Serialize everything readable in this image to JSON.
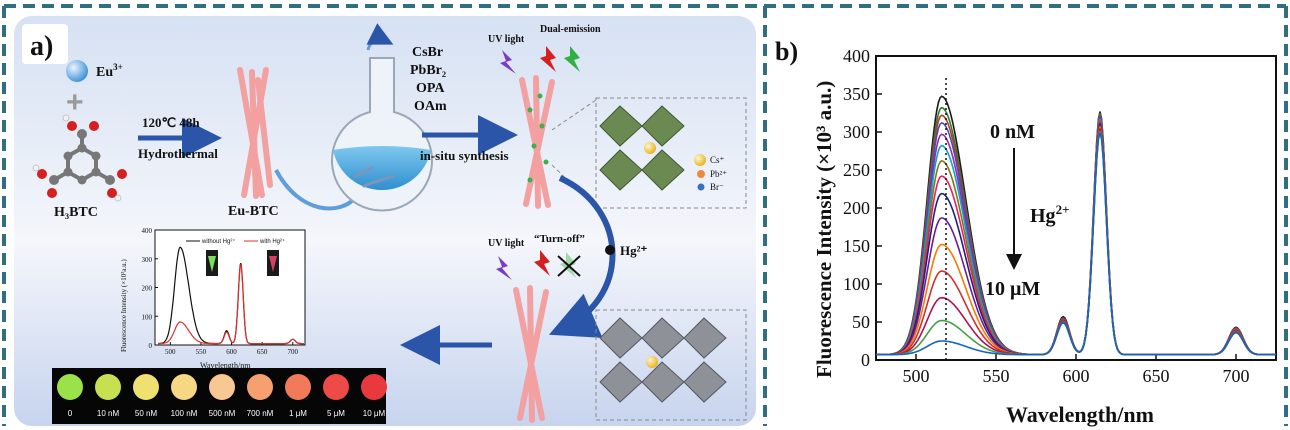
{
  "panel_a": {
    "label": "a)",
    "eu_label": "Eu",
    "eu_sup": "3+",
    "plus": "+",
    "h3btc_label": "H₃BTC",
    "step1_top": "120℃ 48h",
    "step1_bottom": "Hydrothermal",
    "eubtc_label": "Eu-BTC",
    "reagents": [
      "CsBr",
      "PbBr₂",
      "OPA",
      "OAm"
    ],
    "insitu_label": "in-situ synthesis",
    "uv_light_top": "UV light",
    "dual_emission": "Dual-emission",
    "legend_cs": "Cs⁺",
    "legend_pb": "Pb²⁺",
    "legend_br": "Br⁻",
    "hg_label": "Hg²⁺",
    "uv_light_bottom": "UV light",
    "turn_off": "“Turn-off”",
    "concentrations": [
      "0",
      "10 nM",
      "50 nM",
      "100 nM",
      "500 nM",
      "700 nM",
      "1 μM",
      "5 μM",
      "10 μM"
    ],
    "dot_colors": [
      "#9be14a",
      "#c6e052",
      "#f0e070",
      "#f6d884",
      "#f8c892",
      "#f6a070",
      "#f07a5a",
      "#ee4a48",
      "#e83a3e"
    ],
    "inset_chart": {
      "type": "line",
      "ylabel": "Fluorescence Intensity (×10³a.u.)",
      "xlabel": "Wavelength/nm",
      "xticks": [
        "500",
        "550",
        "600",
        "650",
        "700"
      ],
      "yticks": [
        "0",
        "100",
        "200",
        "300",
        "400"
      ],
      "legend": [
        "without Hg²⁺",
        "with Hg²⁺"
      ],
      "colors": [
        "#111111",
        "#e0302a"
      ]
    }
  },
  "panel_b": {
    "label": "b)",
    "annot_top": "0 nM",
    "annot_mid": "Hg",
    "annot_mid_sup": "2+",
    "annot_bottom": "10 μM"
  },
  "chart_data": {
    "type": "line",
    "xlabel": "Wavelength/nm",
    "ylabel": "Fluorescence Intensity (×10³ a.u.)",
    "xlim": [
      475,
      725
    ],
    "ylim": [
      0,
      400
    ],
    "xticks": [
      500,
      550,
      600,
      650,
      700
    ],
    "yticks": [
      0,
      50,
      100,
      150,
      200,
      250,
      300,
      350,
      400
    ],
    "peak_wavelengths": [
      516,
      592,
      615,
      700
    ],
    "series": [
      {
        "color": "#1a1a1a",
        "values_at_peaks": [
          340,
          50,
          320,
          36
        ]
      },
      {
        "color": "#2e7d32",
        "values_at_peaks": [
          325,
          48,
          318,
          35
        ]
      },
      {
        "color": "#c0392b",
        "values_at_peaks": [
          315,
          48,
          316,
          35
        ]
      },
      {
        "color": "#3f51b5",
        "values_at_peaks": [
          305,
          47,
          314,
          34
        ]
      },
      {
        "color": "#9c27b0",
        "values_at_peaks": [
          290,
          47,
          312,
          34
        ]
      },
      {
        "color": "#00acc1",
        "values_at_peaks": [
          275,
          46,
          310,
          33
        ]
      },
      {
        "color": "#827717",
        "values_at_peaks": [
          255,
          46,
          308,
          33
        ]
      },
      {
        "color": "#e91e63",
        "values_at_peaks": [
          235,
          45,
          306,
          32
        ]
      },
      {
        "color": "#1a237e",
        "values_at_peaks": [
          212,
          45,
          304,
          32
        ]
      },
      {
        "color": "#6a1b9a",
        "values_at_peaks": [
          180,
          44,
          302,
          31
        ]
      },
      {
        "color": "#f57c00",
        "values_at_peaks": [
          145,
          44,
          300,
          31
        ]
      },
      {
        "color": "#d32f2f",
        "values_at_peaks": [
          110,
          43,
          298,
          30
        ]
      },
      {
        "color": "#ad1457",
        "values_at_peaks": [
          75,
          43,
          296,
          30
        ]
      },
      {
        "color": "#43a047",
        "values_at_peaks": [
          45,
          42,
          294,
          29
        ]
      },
      {
        "color": "#1565c0",
        "values_at_peaks": [
          18,
          42,
          292,
          29
        ]
      }
    ]
  }
}
